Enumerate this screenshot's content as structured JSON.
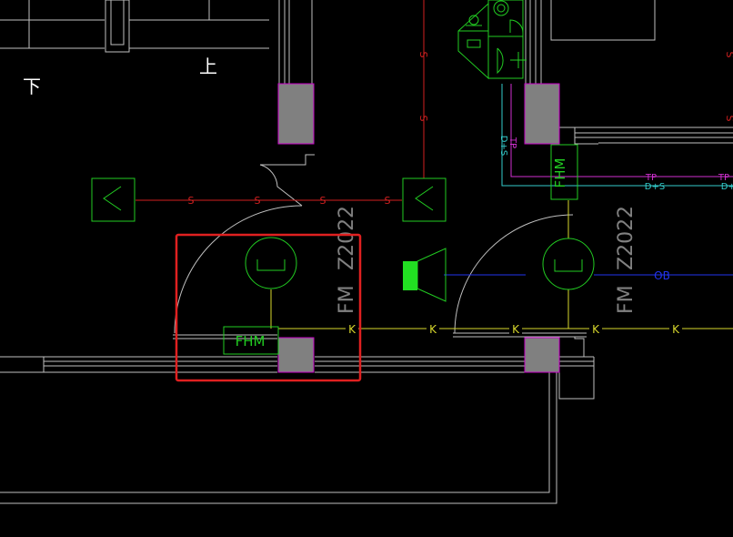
{
  "colors": {
    "background": "#000000",
    "wall": "#bfbfbf",
    "column_fill": "#808080",
    "column_stroke": "#c800c8",
    "device": "#22cc22",
    "s_line": "#d22020",
    "k_line": "#d8d82c",
    "cyan": "#33cccc",
    "magenta": "#d030d0",
    "blue": "#2233ee",
    "highlight": "#e02020",
    "white_text": "#ffffff",
    "speaker_fill": "#22e022"
  },
  "labels": {
    "down_left": "下",
    "up_left": "上",
    "s_marker": "S",
    "k_marker": "K",
    "fhm": "FHM",
    "fm_left": "FM",
    "fm_right": "FM",
    "zone_left": "Z2022",
    "zone_right": "Z2022",
    "tp": "TP",
    "ds": "D+S",
    "tp_vertical": "TP",
    "ds_vertical": "D+S",
    "ob": "OB"
  }
}
